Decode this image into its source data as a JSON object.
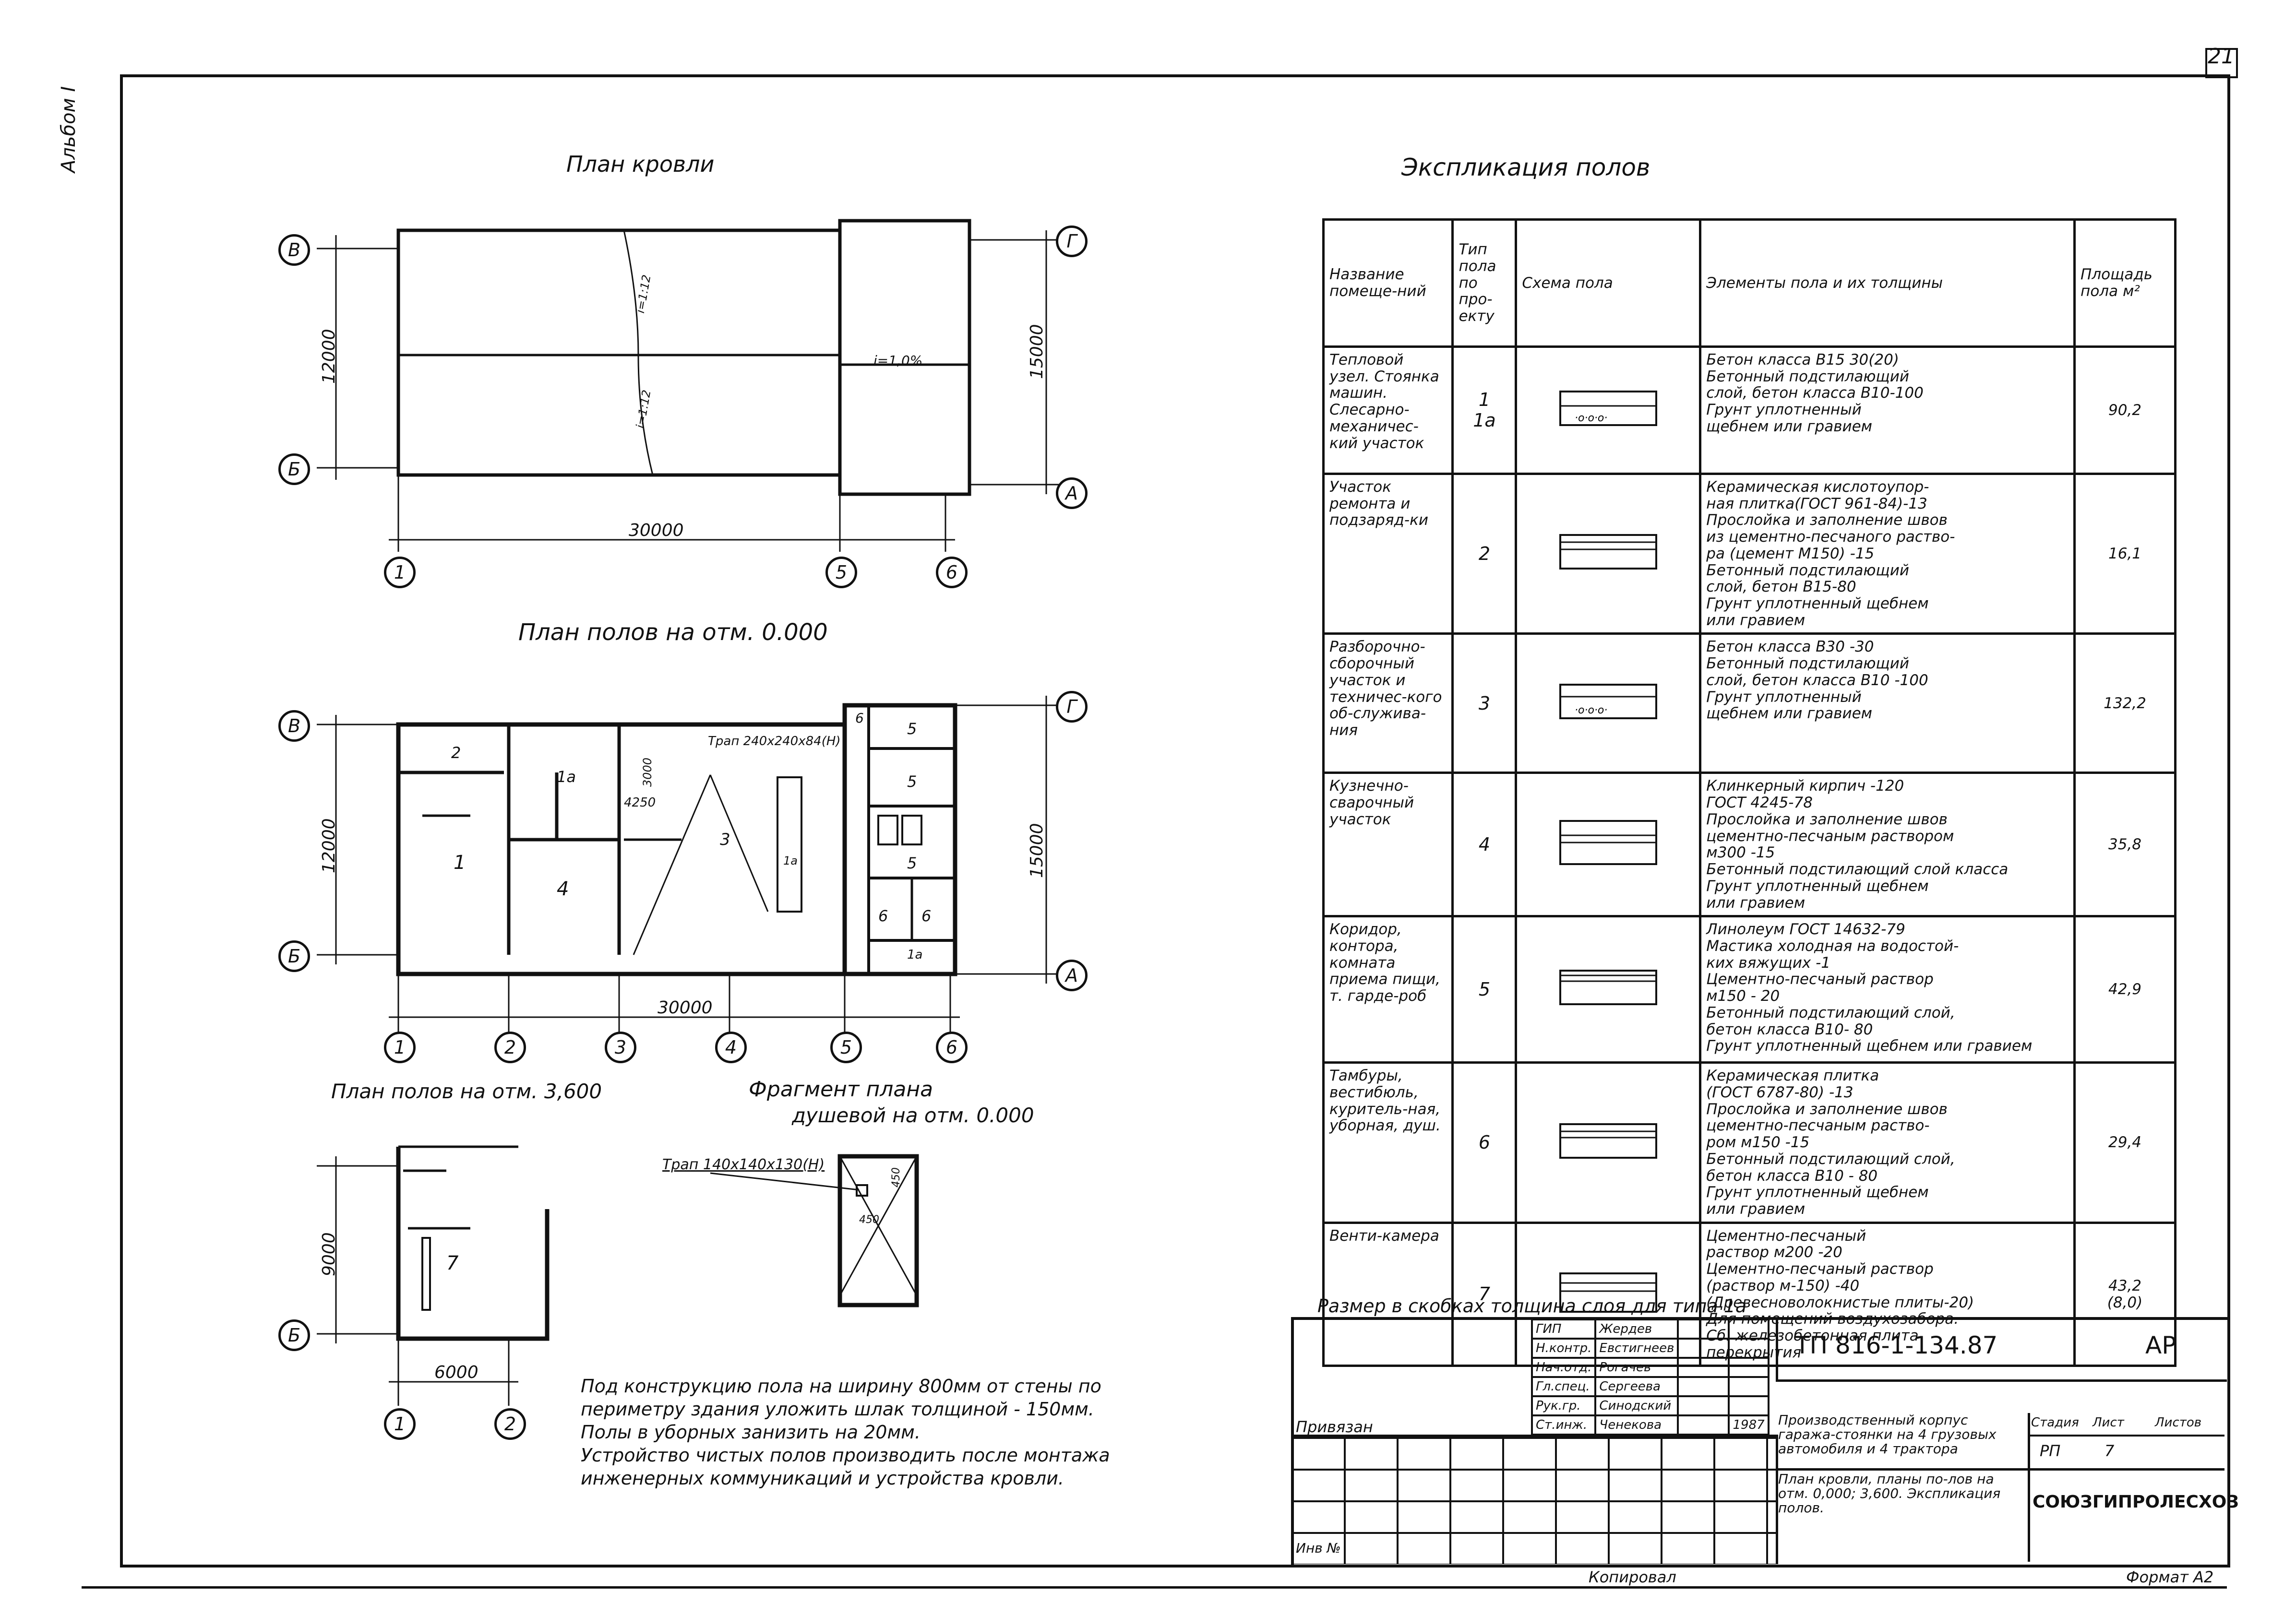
{
  "side_label": "Альбом I",
  "sheet_corner_number": "21",
  "roof_plan": {
    "title": "План кровли",
    "axes_rows": [
      "В",
      "Б"
    ],
    "axes_rows_right": [
      "Г",
      "А"
    ],
    "axes_cols": [
      "1",
      "5",
      "6"
    ],
    "dim_height_left": "12000",
    "dim_height_right": "15000",
    "dim_width": "30000",
    "slope1": "i=1:12",
    "slope2": "i=1:12",
    "slope3": "i=1,0%"
  },
  "floor_plan_0": {
    "title": "План полов на отм. 0.000",
    "axes_rows": [
      "В",
      "Б"
    ],
    "axes_rows_right": [
      "Г",
      "А"
    ],
    "axes_cols": [
      "1",
      "2",
      "3",
      "4",
      "5",
      "6"
    ],
    "dim_height_left": "12000",
    "dim_height_right": "15000",
    "dim_width": "30000",
    "drain_note": "Трап 240х240х84(Н)",
    "dim_3000": "3000",
    "dim_4250": "4250",
    "room_labels": [
      "2",
      "1а",
      "1",
      "4",
      "3",
      "1а",
      "6",
      "5",
      "5",
      "5",
      "6",
      "6",
      "1а"
    ]
  },
  "floor_plan_3600": {
    "title": "План полов на отм. 3,600",
    "axes_row": "Б",
    "axes_cols": [
      "1",
      "2"
    ],
    "dim_height": "9000",
    "dim_width": "6000",
    "room_label": "7"
  },
  "shower_fragment": {
    "title_line1": "Фрагмент плана",
    "title_line2": "душевой на отм. 0.000",
    "drain_note": "Трап 140х140х130(Н)",
    "dim1": "450",
    "dim2": "450"
  },
  "notes": [
    "Под конструкцию пола на ширину 800мм от стены по",
    "периметру здания уложить шлак толщиной - 150мм.",
    "Полы в уборных занизить на 20мм.",
    "Устройство чистых полов производить после монтажа",
    "инженерных коммуникаций и устройства кровли."
  ],
  "explication": {
    "title": "Экспликация полов",
    "headers": [
      "Название помеще-ний",
      "Тип пола по про-екту",
      "Схема пола",
      "Элементы пола и их толщины",
      "Площадь пола м²"
    ],
    "rows": [
      {
        "name": "Тепловой узел. Стоянка машин. Слесарно-механичес-кий участок",
        "type": "1\n1а",
        "elements": "Бетон класса В15    30(20)\nБетонный подстилающий\nслой, бетон класса В10-100\nГрунт уплотненный\nщебнем или гравием",
        "area": "90,2"
      },
      {
        "name": "Участок ремонта и подзаряд-ки",
        "type": "2",
        "elements": "Керамическая кислотоупор-\nная плитка(ГОСТ 961-84)-13\nПрослойка и заполнение швов\nиз цементно-песчаного раство-\nра (цемент М150)       -15\nБетонный подстилающий\nслой, бетон В15-80\nГрунт уплотненный щебнем\nили гравием",
        "area": "16,1"
      },
      {
        "name": "Разборочно-сборочный участок и техничес-кого об-служива-ния",
        "type": "3",
        "elements": "Бетон класса В30   -30\nБетонный подстилающий\nслой, бетон класса В10 -100\nГрунт уплотненный\nщебнем или гравием",
        "area": "132,2"
      },
      {
        "name": "Кузнечно-сварочный участок",
        "type": "4",
        "elements": "Клинкерный кирпич    -120\n     ГОСТ 4245-78\nПрослойка и заполнение швов\nцементно-песчаным раствором\n   м300            -15\nБетонный подстилающий слой класса\nГрунт уплотненный щебнем\nили гравием",
        "area": "35,8"
      },
      {
        "name": "Коридор, контора, комната приема пищи, т. гарде-роб",
        "type": "5",
        "elements": "Линолеум ГОСТ 14632-79\nМастика холодная на водостой-\nких вяжущих        -1\nЦементно-песчаный раствор\nм150 - 20\nБетонный подстилающий слой,\nбетон класса В10- 80\nГрунт уплотненный щебнем или гравием",
        "area": "42,9"
      },
      {
        "name": "Тамбуры, вестибюль, куритель-ная, уборная, душ.",
        "type": "6",
        "elements": "Керамическая плитка\n(ГОСТ 6787-80)      -13\nПрослойка и заполнение швов\nцементно-песчаным раство-\nром м150          -15\nБетонный подстилающий слой,\nбетон класса В10  - 80\nГрунт уплотненный щебнем\nили гравием",
        "area": "29,4"
      },
      {
        "name": "Венти-камера",
        "type": "7",
        "elements": "Цементно-песчаный\nраствор м200       -20\nЦементно-песчаный раствор\n(раствор м-150)      -40\n(Древесноволокнистые плиты-20)\nДля помещений воздухозабора.\nСб. железобетонная плита\nперекрытия",
        "area": "43,2\n(8,0)"
      }
    ],
    "footnote": "Размер в скобках толщина слоя для типа 1а"
  },
  "title_block": {
    "code": "ТП 816-1-134.87",
    "section": "АР",
    "roles": [
      "ГИП",
      "Н.контр.",
      "Нач.отд.",
      "Гл.спец.",
      "Рук.гр.",
      "Ст.инж."
    ],
    "names": [
      "Жердев",
      "Евстигнеев",
      "Рогачев",
      "Сергеева",
      "Синодский",
      "Ченекова"
    ],
    "year": "1987",
    "privyazan": "Привязан",
    "inv": "Инв №",
    "object": "Производственный корпус гаража-стоянки на 4 грузовых автомобиля и 4 трактора",
    "sheet_title": "План кровли, планы по-лов на отм. 0,000; 3,600. Экспликация полов.",
    "col_headers": [
      "Стадия",
      "Лист",
      "Листов"
    ],
    "stage": "РП",
    "sheet": "7",
    "sheets": "",
    "org": "СОЮЗГИПРОЛЕСХОЗ"
  },
  "bottom": {
    "copied": "Копировал",
    "format": "Формат А2"
  }
}
